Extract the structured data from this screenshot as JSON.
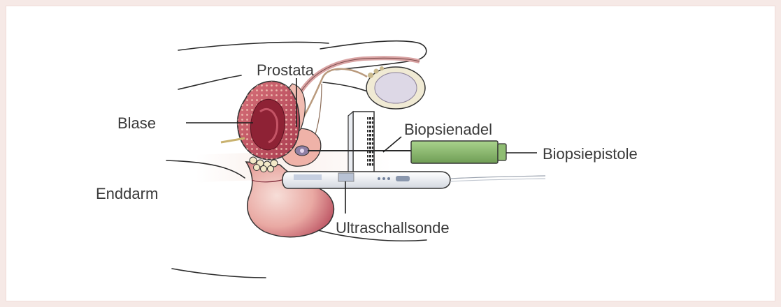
{
  "diagram": {
    "labels": {
      "prostata": "Prostata",
      "blase": "Blase",
      "biopsienadel": "Biopsienadel",
      "biopsiepistole": "Biopsiepistole",
      "enddarm": "Enddarm",
      "ultraschallsonde": "Ultraschallsonde"
    },
    "colors": {
      "background": "#f6e9e6",
      "bladder": "#c7616a",
      "bladder_inner": "#8e2235",
      "prostate": "#efb2a8",
      "rectum": "#b5475a",
      "testis": "#ddd8e6",
      "pistol": "#8fbd72",
      "probe": "#e9ecf1"
    }
  }
}
